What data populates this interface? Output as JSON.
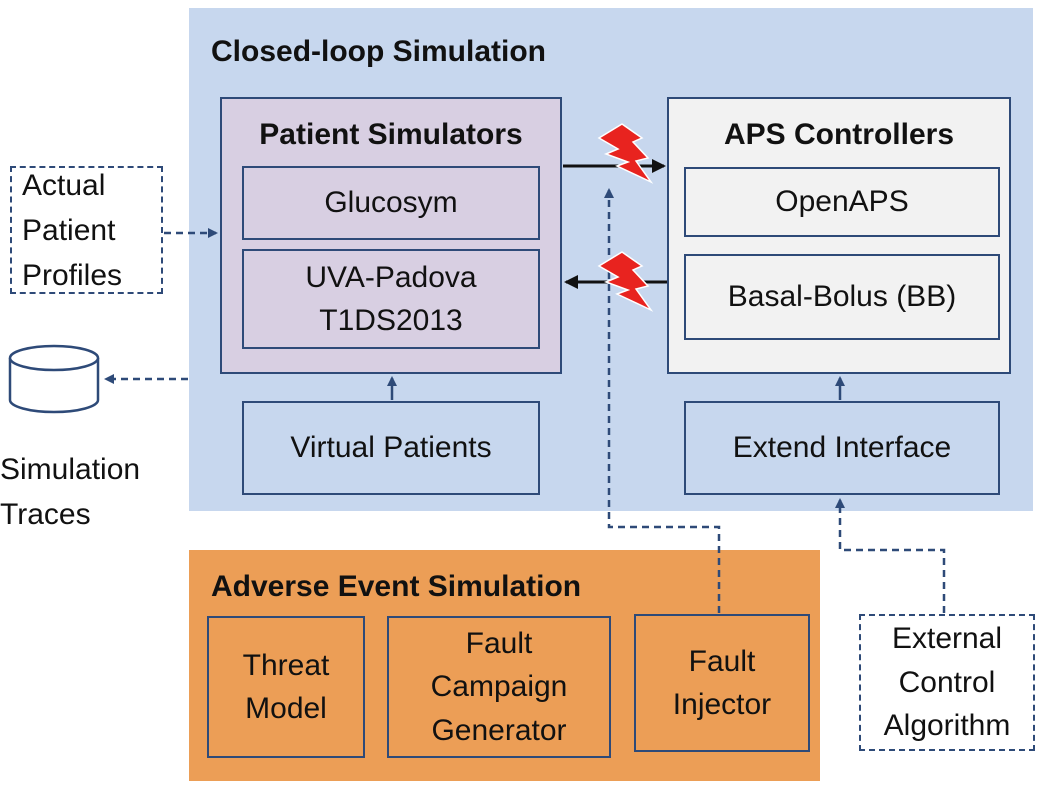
{
  "closed_loop": {
    "title": "Closed-loop Simulation",
    "patient_simulators": {
      "title": "Patient Simulators",
      "items": [
        "Glucosym",
        "UVA-Padova T1DS2013"
      ]
    },
    "aps_controllers": {
      "title": "APS Controllers",
      "items": [
        "OpenAPS",
        "Basal-Bolus (BB)"
      ]
    },
    "virtual_patients": "Virtual Patients",
    "extend_interface": "Extend Interface"
  },
  "adverse_event": {
    "title": "Adverse Event Simulation",
    "threat_model": [
      "Threat",
      "Model"
    ],
    "fault_campaign_generator": [
      "Fault",
      "Campaign",
      "Generator"
    ],
    "fault_injector": [
      "Fault",
      "Injector"
    ]
  },
  "external": {
    "actual_patient_profiles": [
      "Actual",
      "Patient",
      "Profiles"
    ],
    "simulation_traces": [
      "Simulation",
      "Traces"
    ],
    "external_control_algorithm": [
      "External",
      "Control",
      "Algorithm"
    ]
  },
  "colors": {
    "closed_loop_bg": "#c7d7ee",
    "adverse_bg": "#ec9e56",
    "patient_sim_bg": "#d8cfe2",
    "aps_bg": "#f2f2f2",
    "border": "#2e4a78",
    "attack_bolt": "#e8231f"
  },
  "icons": [
    "database-icon",
    "lightning-attack-icon"
  ]
}
